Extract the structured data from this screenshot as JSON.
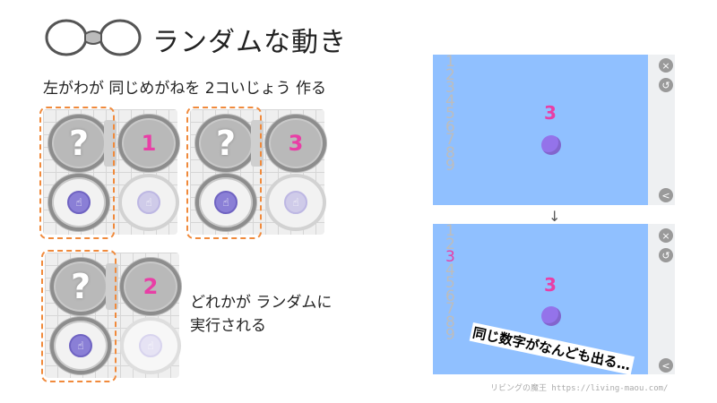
{
  "header": {
    "title": "ランダムな動き",
    "subtitle": "左がわが 同じめがねを 2コいじょう 作る"
  },
  "blocks": {
    "question": "?",
    "numbers": [
      "1",
      "3",
      "2"
    ]
  },
  "note": {
    "line1": "どれかが ランダムに",
    "line2": "実行される"
  },
  "stage": {
    "row_numbers": [
      "1",
      "2",
      "3",
      "4",
      "5",
      "6",
      "7",
      "8",
      "9"
    ],
    "shown_number": "3",
    "highlighted_row": "3",
    "ball_color": "#9473ea"
  },
  "controls": {
    "close_icon": "×",
    "undo_icon": "↺",
    "share_icon": "<"
  },
  "arrow": "↓",
  "caption": "同じ数字がなんども出る…",
  "credit": "リビングの魔王 https://living-maou.com/",
  "colors": {
    "accent_pink": "#e83fa6",
    "stage_blue": "#90c0ff",
    "dashed_orange": "#f08a3c"
  }
}
